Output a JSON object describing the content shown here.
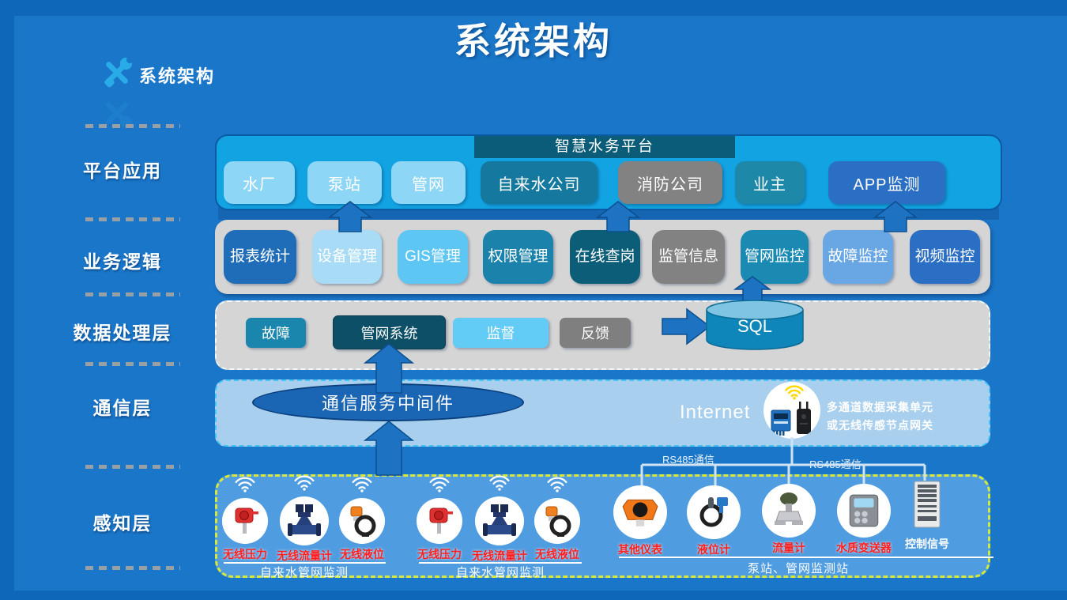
{
  "slide": {
    "title": "系统架构"
  },
  "logo": {
    "label": "系统架构"
  },
  "layer_labels": [
    {
      "label": "平台应用"
    },
    {
      "label": "业务逻辑"
    },
    {
      "label": "数据处理层"
    },
    {
      "label": "通信层"
    },
    {
      "label": "感知层"
    }
  ],
  "platform_row": {
    "header": "智慧水务平台",
    "boxes": [
      {
        "label": "水厂",
        "color": "#8ed6f6"
      },
      {
        "label": "泵站",
        "color": "#8ed6f6"
      },
      {
        "label": "管网",
        "color": "#8ed6f6"
      },
      {
        "label": "自来水公司",
        "color": "#15799f"
      },
      {
        "label": "消防公司",
        "color": "#828282"
      },
      {
        "label": "业主",
        "color": "#1e88a8"
      },
      {
        "label": "APP监测",
        "color": "#2a6fc4"
      }
    ]
  },
  "business_row": {
    "boxes": [
      {
        "label": "报表统计",
        "color": "#1f6cb8"
      },
      {
        "label": "设备管理",
        "color": "#a8dcf6"
      },
      {
        "label": "GIS管理",
        "color": "#5ec6f2"
      },
      {
        "label": "权限管理",
        "color": "#1a82ab"
      },
      {
        "label": "在线查岗",
        "color": "#0c5d78"
      },
      {
        "label": "监管信息",
        "color": "#828282"
      },
      {
        "label": "管网监控",
        "color": "#1a8ab3"
      },
      {
        "label": "故障监控",
        "color": "#69a6e4"
      },
      {
        "label": "视频监控",
        "color": "#2a6fc4"
      }
    ]
  },
  "data_row": {
    "boxes": [
      {
        "label": "故障",
        "color": "#1a85ad"
      },
      {
        "label": "管网系统",
        "color": "#0c4f66"
      },
      {
        "label": "监督",
        "color": "#63ccf6"
      },
      {
        "label": "反馈",
        "color": "#7f7f7f"
      }
    ],
    "database_label": "SQL"
  },
  "comm_row": {
    "middleware_label": "通信服务中间件",
    "internet_label": "Internet",
    "gateway_caption_line1": "多通道数据采集单元",
    "gateway_caption_line2": "或无线传感节点网关",
    "rs485_label_left": "RS485通信",
    "rs485_label_right": "RS485通信"
  },
  "sensing_row": {
    "group_a": {
      "caption": "自来水管网监测",
      "sensors": [
        {
          "label": "无线压力"
        },
        {
          "label": "无线流量计"
        },
        {
          "label": "无线液位"
        }
      ]
    },
    "group_b": {
      "caption": "自来水管网监测",
      "sensors": [
        {
          "label": "无线压力"
        },
        {
          "label": "无线流量计"
        },
        {
          "label": "无线液位"
        }
      ]
    },
    "group_c": {
      "caption": "泵站、管网监测站",
      "sensors": [
        {
          "label": "其他仪表"
        },
        {
          "label": "液位计"
        },
        {
          "label": "流量计"
        },
        {
          "label": "水质变送器"
        },
        {
          "label": "控制信号"
        }
      ]
    }
  },
  "colors": {
    "background": "#1a76c8",
    "platform_container": "#12a3e3",
    "platform_header": "#0b5c78",
    "logic_container": "#d5d5d5",
    "comm_container": "#a9cfee",
    "sensing_container": "#4f9ce0",
    "arrow": "#1e72c2",
    "sql_body": "#0e86ba",
    "red_label": "#ff1f1f",
    "wifi_yellow": "#ffd800",
    "sensing_border": "#d6e83a"
  }
}
